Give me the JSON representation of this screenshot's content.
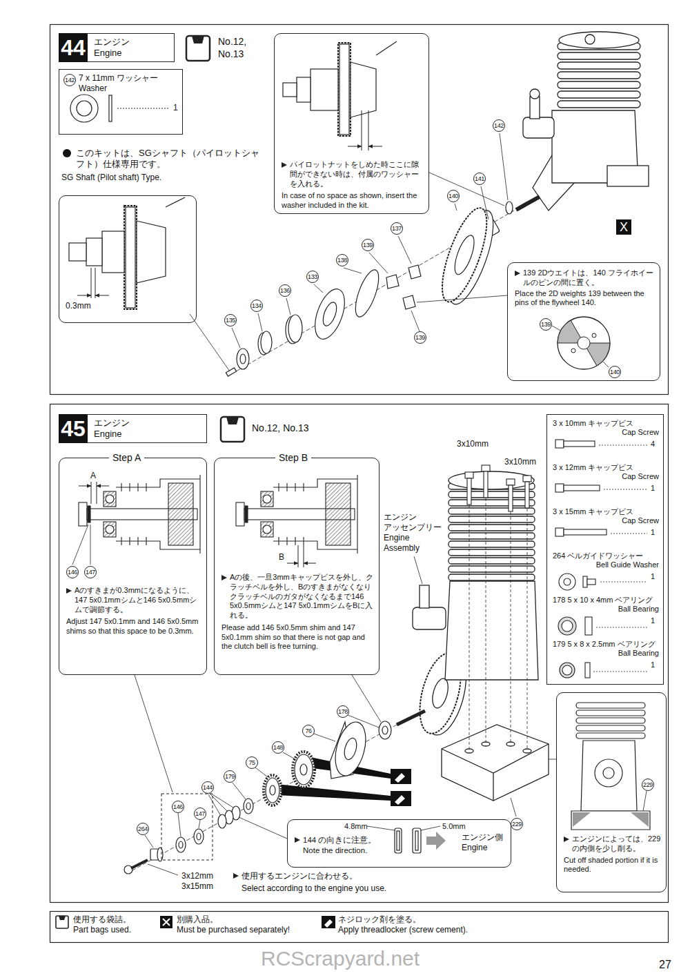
{
  "diagram": {
    "nodes": [
      {
        "text": [
          "44",
          "エンジン Engine"
        ]
      },
      {
        "text": [
          "142",
          "7 x 11mm ワッシャー Washer",
          "1"
        ]
      },
      {
        "text": [
          "パイロットナットをしめた時ここに隙間ができない時は、付属のワッシャーを入れる。",
          "In case of no space as shown, insert the washer included in the kit."
        ]
      },
      {
        "text": [
          "139 2Dウエイトは、140 フライホイールのピンの間に置く。",
          "Place the 2D weights 139 between the pins of the flywheel 140."
        ]
      },
      {
        "text": [
          "0.3mm"
        ]
      },
      {
        "text": [
          "45",
          "エンジン Engine"
        ]
      },
      {
        "text": [
          "Step A",
          "Aのすきまが0.3mmになるように、147 5x0.1mmシムと146 5x0.5mmシムで調節する。",
          "Adjust 147 5x0.1mm and 146 5x0.5mm shims so that this space to be 0.3mm."
        ]
      },
      {
        "text": [
          "Step B",
          "Aの後、一旦3mmキャップビスを外し、クラッチベルを外し、Bのすきまがなくなりクラッチベルのガタがなくなるまで146 5x0.5mmシムと147 5x0.1mmシムをBに入れる。",
          "Please add 146 5x0.5mm shim and 147 5x0.1mm shim so that there is not gap and the clutch bell is free turning."
        ]
      },
      {
        "text": [
          "3 x 10mm キャップビス",
          "Cap Screw",
          "4",
          "3 x 12mm キャップビス",
          "Cap Screw",
          "1",
          "3 x 15mm キャップビス",
          "Cap Screw",
          "1",
          "264 ベルガイドワッシャー",
          "Bell Guide Washer",
          "1",
          "178 5 x 10 x 4mm ベアリング",
          "Ball Bearing",
          "1",
          "179 5 x 8 x 2.5mm ベアリング",
          "Ball Bearing",
          "1"
        ]
      },
      {
        "text": [
          "エンジンによっては、229の内側を少し削る。",
          "Cut off shaded portion if it is needed."
        ]
      },
      {
        "text": [
          "144 の向きに注意。",
          "Note the direction.",
          "4.8mm",
          "5.0mm",
          "エンジン側 Engine"
        ]
      }
    ],
    "labels": [
      "No.12, No.13",
      "このキットは、SGシャフト（パイロットシャフト）仕様専用です。",
      "SG Shaft (Pilot shaft) Type.",
      "142",
      "141",
      "140",
      "137",
      "139",
      "138",
      "133",
      "136",
      "134",
      "135",
      "139",
      "139",
      "140",
      "X",
      "No.12, No.13",
      "3x10mm",
      "3x10mm",
      "エンジン アッセンブリー Engine Assembly",
      "A",
      "146",
      "147",
      "B",
      "178",
      "76",
      "148",
      "75",
      "179",
      "144",
      "147",
      "146",
      "264",
      "229",
      "229",
      "3x12mm 3x15mm",
      "使用するエンジンに合わせる。",
      "Select according to the engine you use.",
      "RCScrapyard.net",
      "27"
    ],
    "legend": [
      {
        "text": "使用する袋詰。 Part bags used."
      },
      {
        "text": "別購入品。 Must be purchased separately!"
      },
      {
        "text": "ネジロック剤を塗る。 Apply threadlocker (screw cement)."
      }
    ]
  }
}
